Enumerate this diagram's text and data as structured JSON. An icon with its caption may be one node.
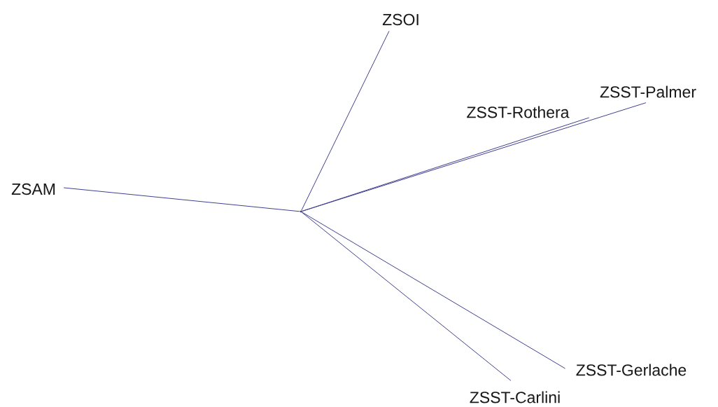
{
  "diagram": {
    "nodes": [
      {
        "text": [],
        "shape": "point"
      },
      {
        "text": [
          "ZSOI"
        ]
      },
      {
        "text": [
          "ZSAM"
        ]
      },
      {
        "text": [
          "ZSST-Rothera"
        ]
      },
      {
        "text": [
          "ZSST-Palmer"
        ]
      },
      {
        "text": [
          "ZSST-Gerlache"
        ]
      },
      {
        "text": [
          "ZSST-Carlini"
        ]
      }
    ],
    "edges": [
      {
        "from": 0,
        "to": 1,
        "arrow": "none"
      },
      {
        "from": 0,
        "to": 2,
        "arrow": "none"
      },
      {
        "from": 0,
        "to": 3,
        "arrow": "none"
      },
      {
        "from": 0,
        "to": 4,
        "arrow": "none"
      },
      {
        "from": 0,
        "to": 5,
        "arrow": "none"
      },
      {
        "from": 0,
        "to": 6,
        "arrow": "none"
      }
    ]
  }
}
